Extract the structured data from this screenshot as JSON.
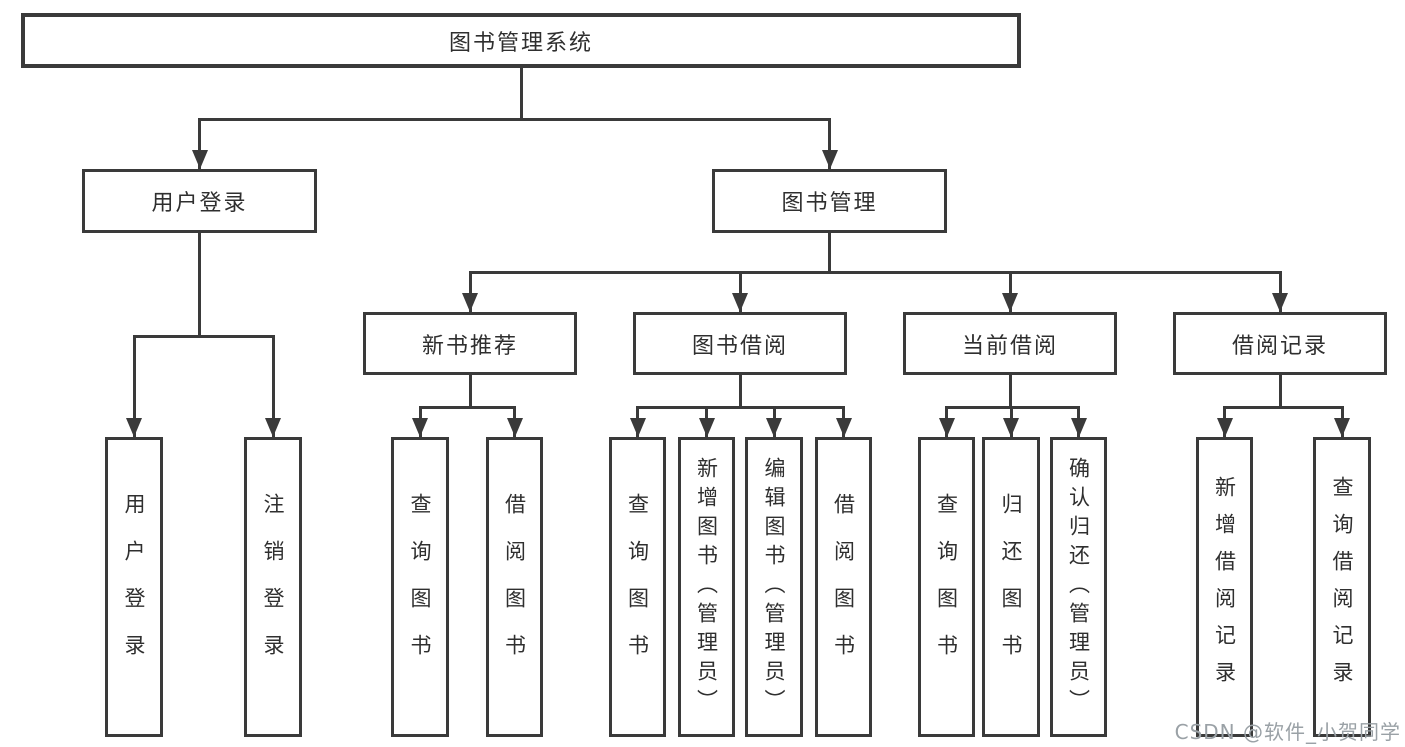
{
  "diagram": {
    "title": "图书管理系统",
    "watermark": "CSDN @软件_小贺同学",
    "colors": {
      "line": "#3a3a3a",
      "text": "#2f2f2f",
      "watermark": "#9aa1a6",
      "background": "#ffffff"
    },
    "nodes": [
      {
        "id": "root",
        "label": "图书管理系统",
        "children": [
          "login",
          "mgmt"
        ]
      },
      {
        "id": "login",
        "label": "用户登录",
        "children": [
          "leaf-user-login",
          "leaf-logout"
        ]
      },
      {
        "id": "mgmt",
        "label": "图书管理",
        "children": [
          "rec",
          "borrow",
          "current",
          "record"
        ]
      },
      {
        "id": "rec",
        "label": "新书推荐",
        "children": [
          "rec-query",
          "rec-borrow"
        ]
      },
      {
        "id": "borrow",
        "label": "图书借阅",
        "children": [
          "borrow-query",
          "borrow-add",
          "borrow-edit",
          "borrow-lend"
        ]
      },
      {
        "id": "current",
        "label": "当前借阅",
        "children": [
          "current-query",
          "current-return",
          "current-confirm"
        ]
      },
      {
        "id": "record",
        "label": "借阅记录",
        "children": [
          "record-add",
          "record-query"
        ]
      },
      {
        "id": "leaf-user-login",
        "label": "用户登录"
      },
      {
        "id": "leaf-logout",
        "label": "注销登录"
      },
      {
        "id": "rec-query",
        "label": "查询图书"
      },
      {
        "id": "rec-borrow",
        "label": "借阅图书"
      },
      {
        "id": "borrow-query",
        "label": "查询图书"
      },
      {
        "id": "borrow-add",
        "label": "新增图书（管理员）"
      },
      {
        "id": "borrow-edit",
        "label": "编辑图书（管理员）"
      },
      {
        "id": "borrow-lend",
        "label": "借阅图书"
      },
      {
        "id": "current-query",
        "label": "查询图书"
      },
      {
        "id": "current-return",
        "label": "归还图书"
      },
      {
        "id": "current-confirm",
        "label": "确认归还（管理员）"
      },
      {
        "id": "record-add",
        "label": "新增借阅记录"
      },
      {
        "id": "record-query",
        "label": "查询借阅记录"
      }
    ]
  }
}
